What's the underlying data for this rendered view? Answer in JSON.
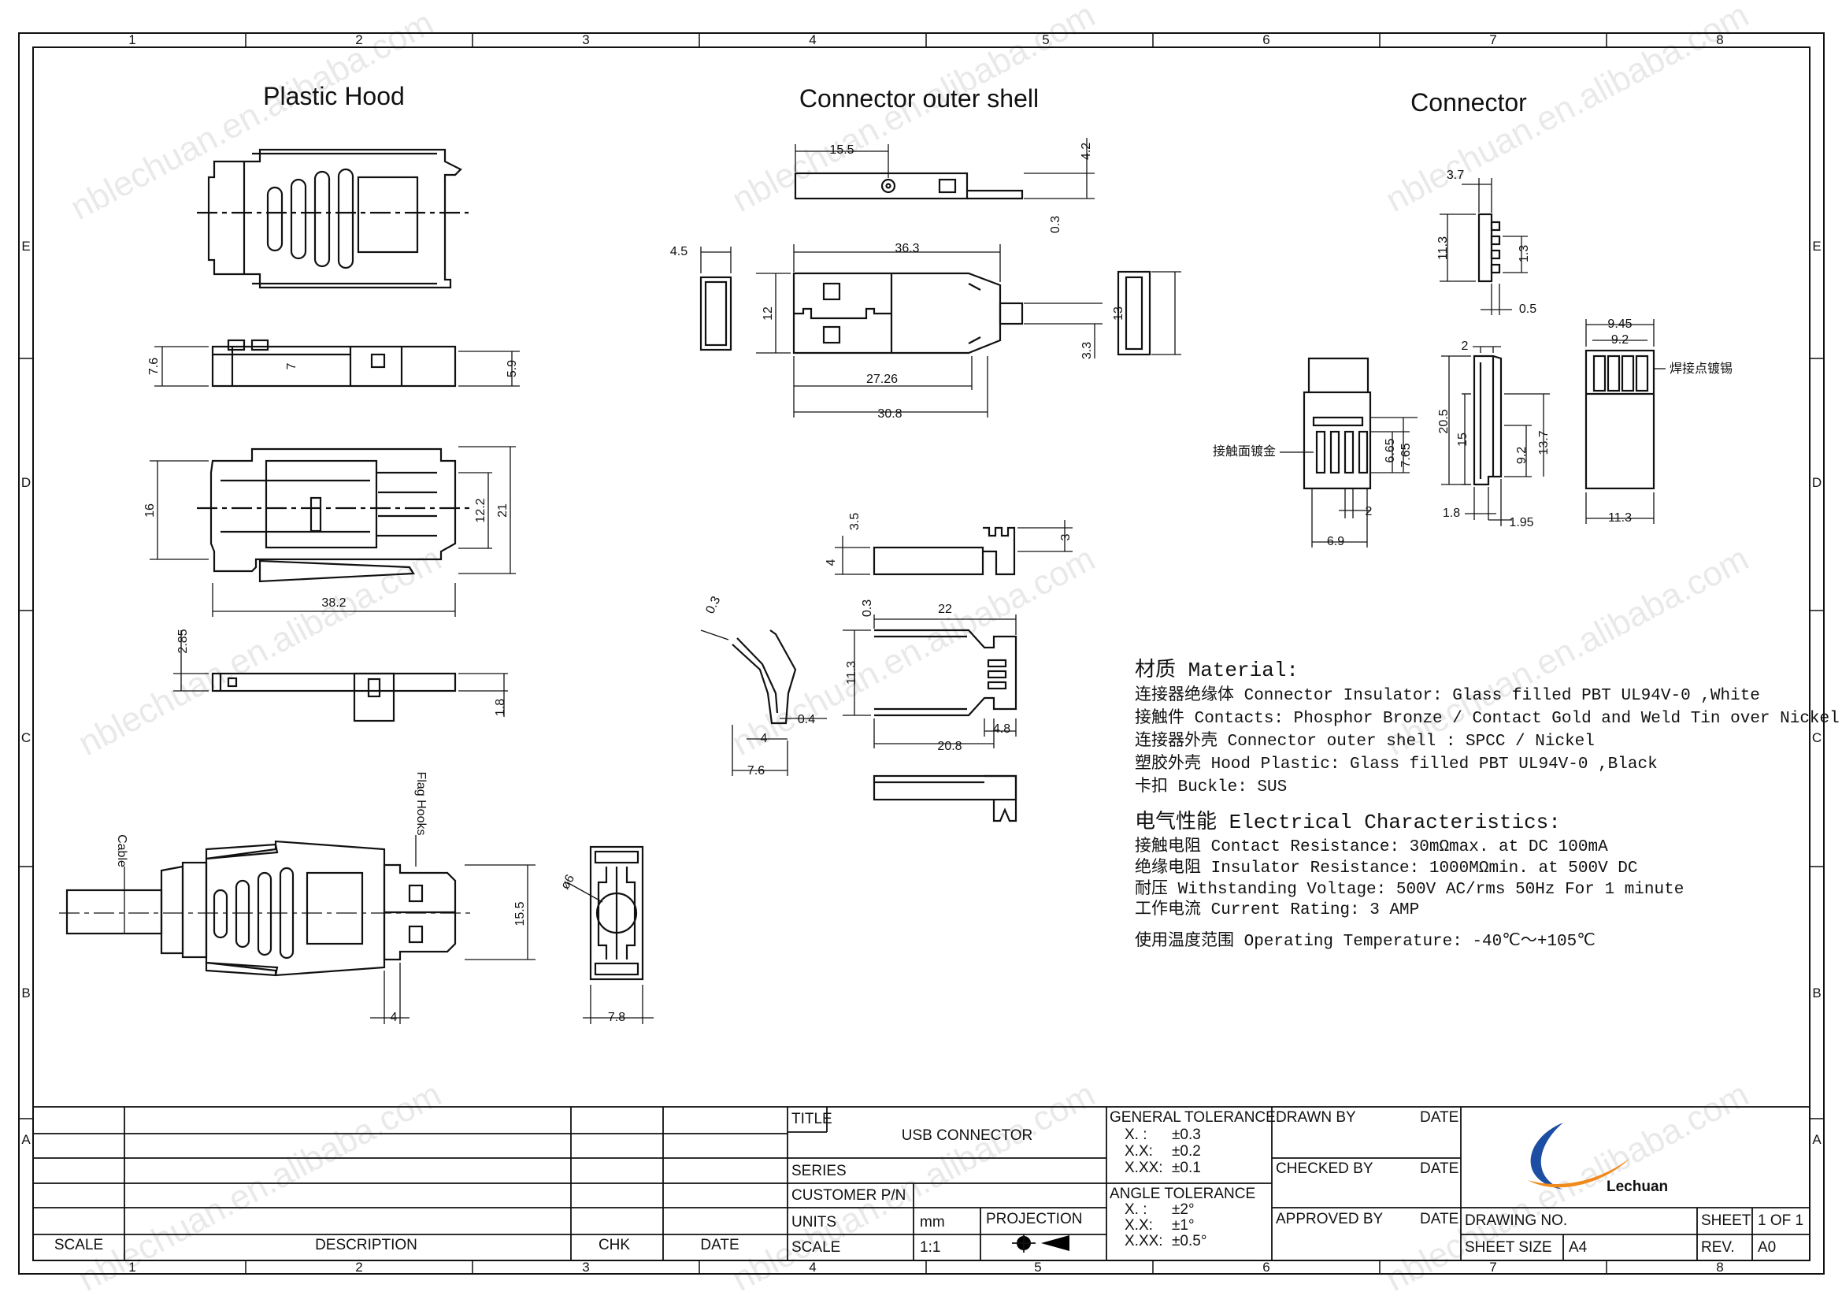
{
  "frame": {
    "zones_columns": [
      "1",
      "2",
      "3",
      "4",
      "5",
      "6",
      "7",
      "8"
    ],
    "zones_rows": [
      "E",
      "D",
      "C",
      "B",
      "A"
    ]
  },
  "views": {
    "plastic_hood": "Plastic Hood",
    "outer_shell": "Connector outer shell",
    "connector": "Connector"
  },
  "dimensions": {
    "hood_top": [
      "7.6",
      "7",
      "5.9"
    ],
    "hood_mid": [
      "16",
      "12.2",
      "21",
      "38.2"
    ],
    "hood_bot": [
      "2.85",
      "1.8"
    ],
    "shell_top": [
      "15.5",
      "4.2",
      "0.3"
    ],
    "shell_main": [
      "4.5",
      "36.3",
      "12",
      "13",
      "3.3",
      "27.26",
      "30.8"
    ],
    "shell_side": [
      "3.5",
      "3",
      "4"
    ],
    "shell_detail": [
      "0.3",
      "22",
      "11.3",
      "4.8",
      "20.8",
      "0.3",
      "0.4",
      "4",
      "7.6"
    ],
    "conn_side": [
      "3.7",
      "11.3",
      "1.3",
      "0.5"
    ],
    "conn_front": [
      "6.65",
      "7.65",
      "2",
      "6.9"
    ],
    "conn_side2": [
      "2",
      "20.5",
      "15",
      "9.2",
      "13.7",
      "1.8",
      "1.95"
    ],
    "conn_back": [
      "9.45",
      "9.2",
      "11.3"
    ],
    "assembly": [
      "15.5",
      "4",
      "7.8"
    ],
    "assembly_phi": "ø6"
  },
  "callouts": {
    "contact_plating": "接触面镀金",
    "solder_tin": "焊接点镀锡",
    "cable": "Cable",
    "flag_hooks": "Flag Hooks"
  },
  "material": {
    "heading": "材质 Material:",
    "lines": [
      "连接器绝缘体 Connector Insulator: Glass filled PBT UL94V-0 ,White",
      "接触件 Contacts: Phosphor Bronze / Contact Gold and Weld Tin over Nickel",
      "连接器外壳 Connector outer shell : SPCC / Nickel",
      "塑胶外壳 Hood Plastic: Glass filled PBT UL94V-0 ,Black",
      "卡扣 Buckle: SUS"
    ]
  },
  "electrical": {
    "heading": "电气性能 Electrical Characteristics:",
    "lines": [
      "接触电阻 Contact Resistance: 30mΩmax. at DC 100mA",
      "绝缘电阻 Insulator Resistance: 1000MΩmin. at 500V DC",
      "耐压 Withstanding Voltage: 500V AC/rms 50Hz For 1 minute",
      "工作电流 Current Rating: 3 AMP"
    ],
    "temperature": "使用温度范围 Operating Temperature: -40℃～+105℃"
  },
  "title_block": {
    "title_label": "TITLE",
    "title": "USB  CONNECTOR",
    "series": "SERIES",
    "customer_pn": "CUSTOMER  P/N",
    "units_label": "UNITS",
    "units": "mm",
    "scale_label": "SCALE",
    "scale": "1:1",
    "projection": "PROJECTION",
    "general_tolerance": "GENERAL  TOLERANCE",
    "gt": [
      [
        "X.  :",
        "±0.3"
      ],
      [
        "X.X:",
        "±0.2"
      ],
      [
        "X.XX:",
        "±0.1"
      ]
    ],
    "angle_tolerance": "ANGLE  TOLERANCE",
    "at": [
      [
        "X.  :",
        "±2°"
      ],
      [
        "X.X:",
        "±1°"
      ],
      [
        "X.XX:",
        "±0.5°"
      ]
    ],
    "drawn_by": "DRAWN  BY",
    "checked_by": "CHECKED  BY",
    "approved_by": "APPROVED  BY",
    "date": "DATE",
    "drawing_no": "DRAWING  NO.",
    "sheet_size_label": "SHEET  SIZE",
    "sheet_size": "A4",
    "sheet_label": "SHEET",
    "sheet": "1  OF  1",
    "rev_label": "REV.",
    "rev": "A0",
    "rev_cols": [
      "SCALE",
      "DESCRIPTION",
      "CHK",
      "DATE"
    ],
    "logo_text": "Lechuan"
  },
  "watermark": "nblechuan.en.alibaba.com",
  "colors": {
    "logo_blue": "#1c4fa3",
    "logo_orange": "#f08a1c"
  }
}
